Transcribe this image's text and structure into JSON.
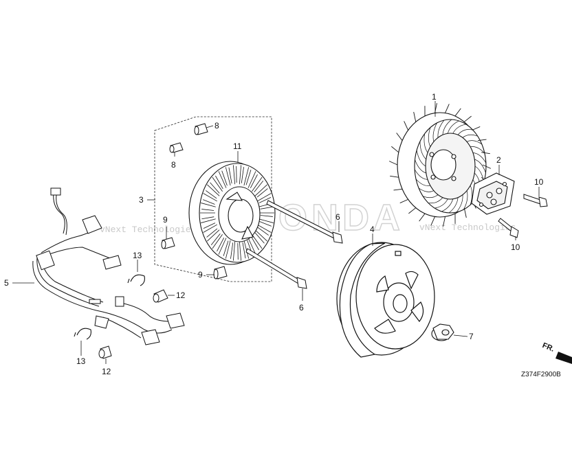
{
  "diagram": {
    "callouts": [
      {
        "id": "1",
        "label": "1"
      },
      {
        "id": "2",
        "label": "2"
      },
      {
        "id": "3",
        "label": "3"
      },
      {
        "id": "4",
        "label": "4"
      },
      {
        "id": "5",
        "label": "5"
      },
      {
        "id": "6a",
        "label": "6"
      },
      {
        "id": "6b",
        "label": "6"
      },
      {
        "id": "7",
        "label": "7"
      },
      {
        "id": "8a",
        "label": "8"
      },
      {
        "id": "8b",
        "label": "8"
      },
      {
        "id": "9a",
        "label": "9"
      },
      {
        "id": "9b",
        "label": "9"
      },
      {
        "id": "10a",
        "label": "10"
      },
      {
        "id": "10b",
        "label": "10"
      },
      {
        "id": "11",
        "label": "11"
      },
      {
        "id": "12a",
        "label": "12"
      },
      {
        "id": "12b",
        "label": "12"
      },
      {
        "id": "13a",
        "label": "13"
      },
      {
        "id": "13b",
        "label": "13"
      }
    ],
    "direction_label": "FR.",
    "figure_ref": "Z374F2900B",
    "watermark_brand": "HONDA",
    "watermark_text_1": "vNext Technologies",
    "watermark_text_2": "vNext Technologies"
  }
}
